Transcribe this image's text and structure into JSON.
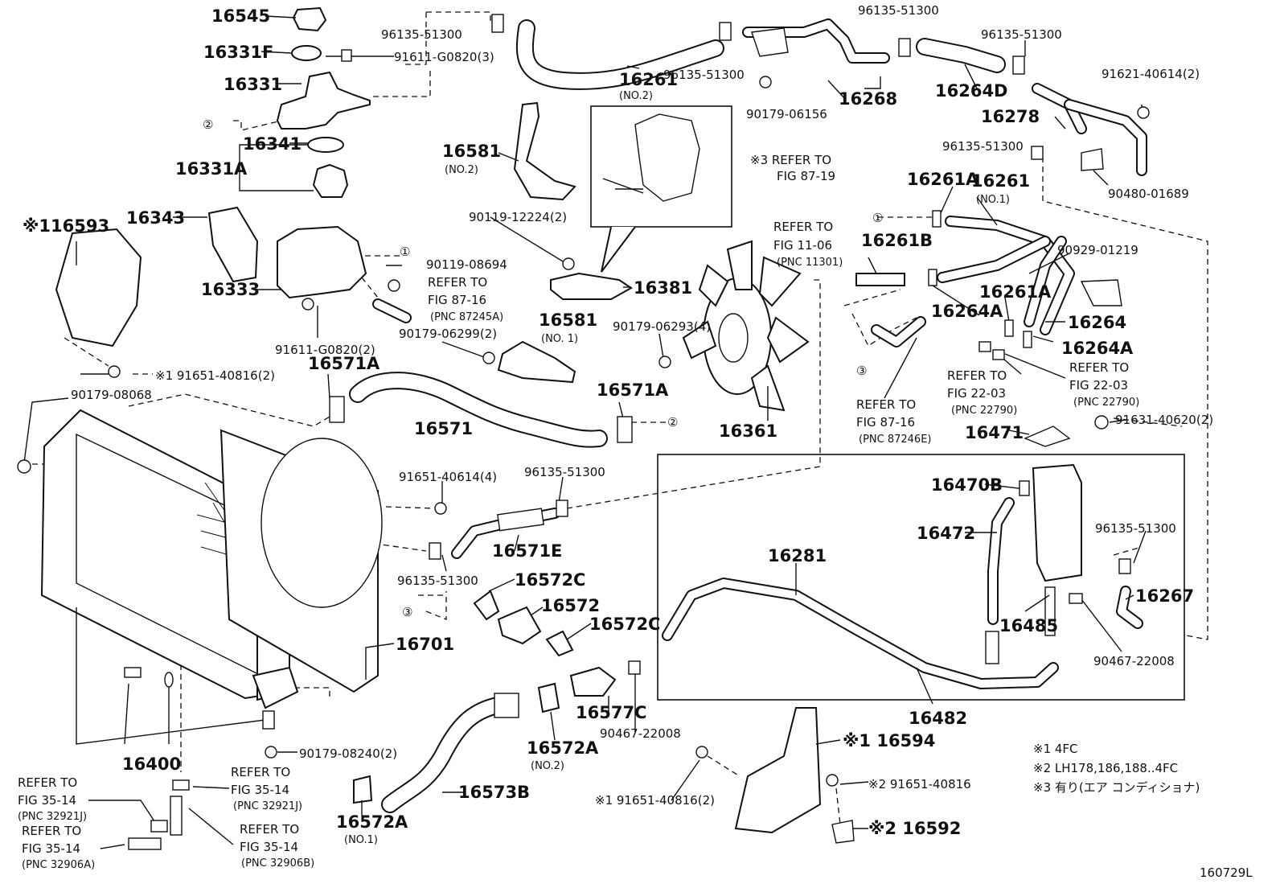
{
  "diagram_id": "160729L",
  "notes": {
    "n1": "※1 4FC",
    "n2": "※2 LH178,186,188..4FC",
    "n3": "※3 有り(エア コンディショナ)"
  },
  "circle_marks": {
    "c1": "①",
    "c2": "②",
    "c3": "③"
  },
  "labels": {
    "p16545": "16545",
    "p16331F": "16331F",
    "p16331": "16331",
    "p16341": "16341",
    "p16331A": "16331A",
    "p16343": "16343",
    "p116593": "※116593",
    "p16333": "16333",
    "p9161108200_3": "91611-G0820(3)",
    "p9161108200_2": "91611-G0820(2)",
    "p9011908694": "90119-08694",
    "p9165140816_2": "※1 91651-40816(2)",
    "p16571A_a": "16571A",
    "p16571A_b": "16571A",
    "p16571": "16571",
    "p9017908068": "90179-08068",
    "p9613551300_a": "96135-51300",
    "p9613551300_b": "96135-51300",
    "p9613551300_c": "96135-51300",
    "p9613551300_d": "96135-51300",
    "p9613551300_e": "96135-51300",
    "p9613551300_f": "96135-51300",
    "p9613551300_g": "96135-51300",
    "p9613551300_h": "96135-51300",
    "p16261": "16261",
    "p16261_no2": "(NO.2)",
    "p16268": "16268",
    "p9017906156": "90179-06156",
    "p16264D": "16264D",
    "p9162140614": "91621-40614(2)",
    "p16278": "16278",
    "p9048001689": "90480-01689",
    "p16581_a": "16581",
    "p16581_a_no": "(NO.2)",
    "p16581_b": "16581",
    "p16581_b_no": "(NO. 1)",
    "p9011912224": "90119-12224(2)",
    "p16381": "16381",
    "p9017906299": "90179-06299(2)",
    "p9017906293": "90179-06293(4)",
    "p16361": "16361",
    "p16261A_a": "16261A",
    "p16261_b": "16261",
    "p16261_b_no": "(NO.1)",
    "p16261B": "16261B",
    "p9092901219": "90929-01219",
    "p16264A_a": "16264A",
    "p16261A_b": "16261A",
    "p16264": "16264",
    "p16264A_b": "16264A",
    "p16471": "16471",
    "p9163140620": "91631-40620(2)",
    "p16470B": "16470B",
    "p16472": "16472",
    "p16281": "16281",
    "p16485": "16485",
    "p16267": "16267",
    "p9046722008_a": "90467-22008",
    "p16482": "16482",
    "p9165140614": "91651-40614(4)",
    "p16571E": "16571E",
    "p16572C_a": "16572C",
    "p16572": "16572",
    "p16572C_b": "16572C",
    "p16701": "16701",
    "p16577C": "16577C",
    "p9046722008_b": "90467-22008",
    "p16572A_a": "16572A",
    "p16572A_a_no": "(NO.2)",
    "p16572A_b": "16572A",
    "p16572A_b_no": "(NO.1)",
    "p16573B": "16573B",
    "p16400": "16400",
    "p9017908240": "90179-08240(2)",
    "p16594": "※1 16594",
    "p9165140816_b": "※1 91651-40816(2)",
    "p9165140816_c": "※2 91651-40816",
    "p16592": "※2 16592"
  },
  "refer": {
    "r87_19": [
      "※3 REFER TO",
      "FIG 87-19"
    ],
    "r11_06": [
      "REFER TO",
      "FIG 11-06",
      "(PNC 11301)"
    ],
    "r87_16a": [
      "REFER TO",
      "FIG 87-16",
      "(PNC 87245A)"
    ],
    "r22_03a": [
      "REFER TO",
      "FIG 22-03",
      "(PNC 22790)"
    ],
    "r22_03b": [
      "REFER TO",
      "FIG 22-03",
      "(PNC 22790)"
    ],
    "r87_16b": [
      "REFER TO",
      "FIG 87-16",
      "(PNC 87246E)"
    ],
    "r35_14a": [
      "REFER TO",
      "FIG 35-14",
      "(PNC 32921J)"
    ],
    "r35_14b": [
      "REFER TO",
      "FIG 35-14",
      "(PNC 32921J)"
    ],
    "r35_14c": [
      "REFER TO",
      "FIG 35-14",
      "(PNC 32906A)"
    ],
    "r35_14d": [
      "REFER TO",
      "FIG 35-14",
      "(PNC 32906B)"
    ]
  }
}
